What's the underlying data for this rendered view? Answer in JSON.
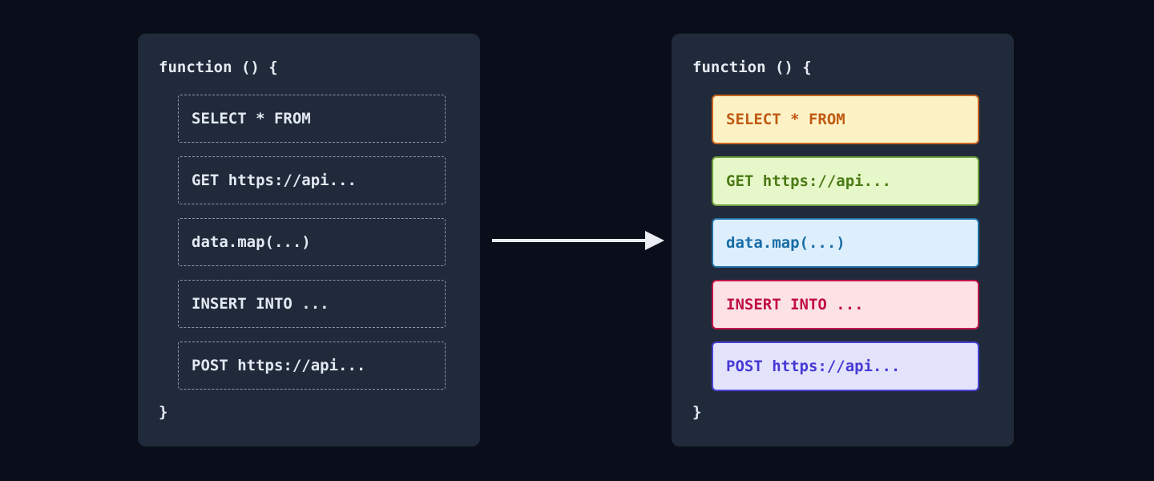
{
  "colors": {
    "page_bg": "#0a0e1a",
    "card_bg": "#202a3a",
    "plain_text": "#e6ebf3",
    "dashed_border": "#8d99aa",
    "arrow": "#e9ecf3"
  },
  "arrow": {
    "direction": "right"
  },
  "before_panel": {
    "title": "function () {",
    "closing_brace": "}",
    "items": [
      {
        "label": "SELECT * FROM"
      },
      {
        "label": "GET https://api..."
      },
      {
        "label": "data.map(...)"
      },
      {
        "label": "INSERT INTO ..."
      },
      {
        "label": "POST https://api..."
      }
    ]
  },
  "after_panel": {
    "title": "function () {",
    "closing_brace": "}",
    "items": [
      {
        "label": "SELECT * FROM",
        "kind": "sql-select",
        "bg": "#fcf2c6",
        "border": "#c96420",
        "text": "#c05a12"
      },
      {
        "label": "GET https://api...",
        "kind": "http-get",
        "bg": "#e6f8c9",
        "border": "#6f9e3c",
        "text": "#4c7a16"
      },
      {
        "label": "data.map(...)",
        "kind": "js-map",
        "bg": "#ddeffc",
        "border": "#2170a6",
        "text": "#186da6"
      },
      {
        "label": "INSERT INTO ...",
        "kind": "sql-insert",
        "bg": "#fde2e5",
        "border": "#c21747",
        "text": "#c00e45"
      },
      {
        "label": "POST https://api...",
        "kind": "http-post",
        "bg": "#e3e4fc",
        "border": "#4a42d6",
        "text": "#4639d4"
      }
    ]
  }
}
